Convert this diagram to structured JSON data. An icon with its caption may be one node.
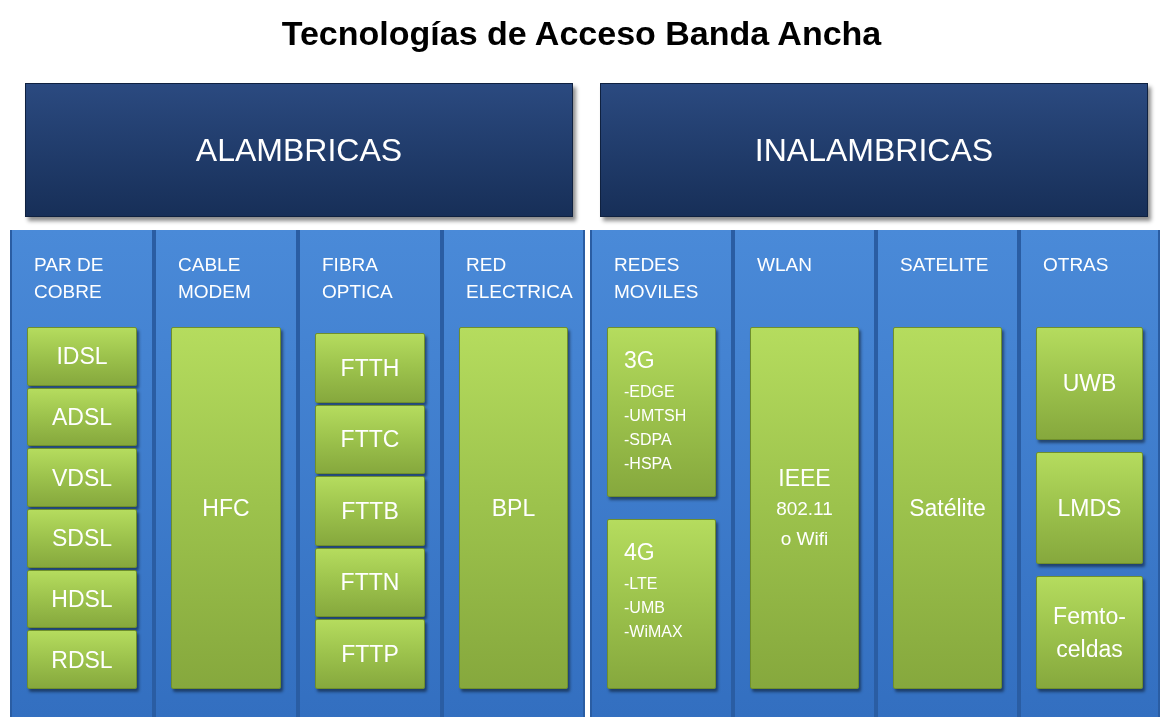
{
  "diagram": {
    "title": "Tecnologías de Acceso Banda Ancha",
    "nodes": [
      {
        "text": [
          "ALAMBRICAS"
        ]
      },
      {
        "text": [
          "INALAMBRICAS"
        ]
      },
      {
        "text": [
          "PAR DE COBRE"
        ]
      },
      {
        "text": [
          "IDSL"
        ],
        "in": 2
      },
      {
        "text": [
          "ADSL"
        ],
        "in": 2
      },
      {
        "text": [
          "VDSL"
        ],
        "in": 2
      },
      {
        "text": [
          "SDSL"
        ],
        "in": 2
      },
      {
        "text": [
          "HDSL"
        ],
        "in": 2
      },
      {
        "text": [
          "RDSL"
        ],
        "in": 2
      },
      {
        "text": [
          "CABLE MODEM"
        ]
      },
      {
        "text": [
          "HFC"
        ],
        "in": 9
      },
      {
        "text": [
          "FIBRA OPTICA"
        ]
      },
      {
        "text": [
          "FTTH"
        ],
        "in": 11
      },
      {
        "text": [
          "FTTC"
        ],
        "in": 11
      },
      {
        "text": [
          "FTTB"
        ],
        "in": 11
      },
      {
        "text": [
          "FTTN"
        ],
        "in": 11
      },
      {
        "text": [
          "FTTP"
        ],
        "in": 11
      },
      {
        "text": [
          "RED ELECTRICA"
        ]
      },
      {
        "text": [
          "BPL"
        ],
        "in": 17
      },
      {
        "text": [
          "REDES MOVILES"
        ]
      },
      {
        "text": [
          "3G",
          "-EDGE",
          "-UMTSH",
          "-SDPA",
          "-HSPA"
        ],
        "in": 19
      },
      {
        "text": [
          "4G",
          "-LTE",
          "-UMB",
          "-WiMAX"
        ],
        "in": 19
      },
      {
        "text": [
          "WLAN"
        ]
      },
      {
        "text": [
          "IEEE",
          "802.11",
          "o Wifi"
        ],
        "in": 22
      },
      {
        "text": [
          "SATELITE"
        ]
      },
      {
        "text": [
          "Satélite"
        ],
        "in": 24
      },
      {
        "text": [
          "OTRAS"
        ]
      },
      {
        "text": [
          "UWB"
        ],
        "in": 26
      },
      {
        "text": [
          "LMDS"
        ],
        "in": 26
      },
      {
        "text": [
          "Femto-celdas"
        ],
        "in": 26
      }
    ]
  }
}
